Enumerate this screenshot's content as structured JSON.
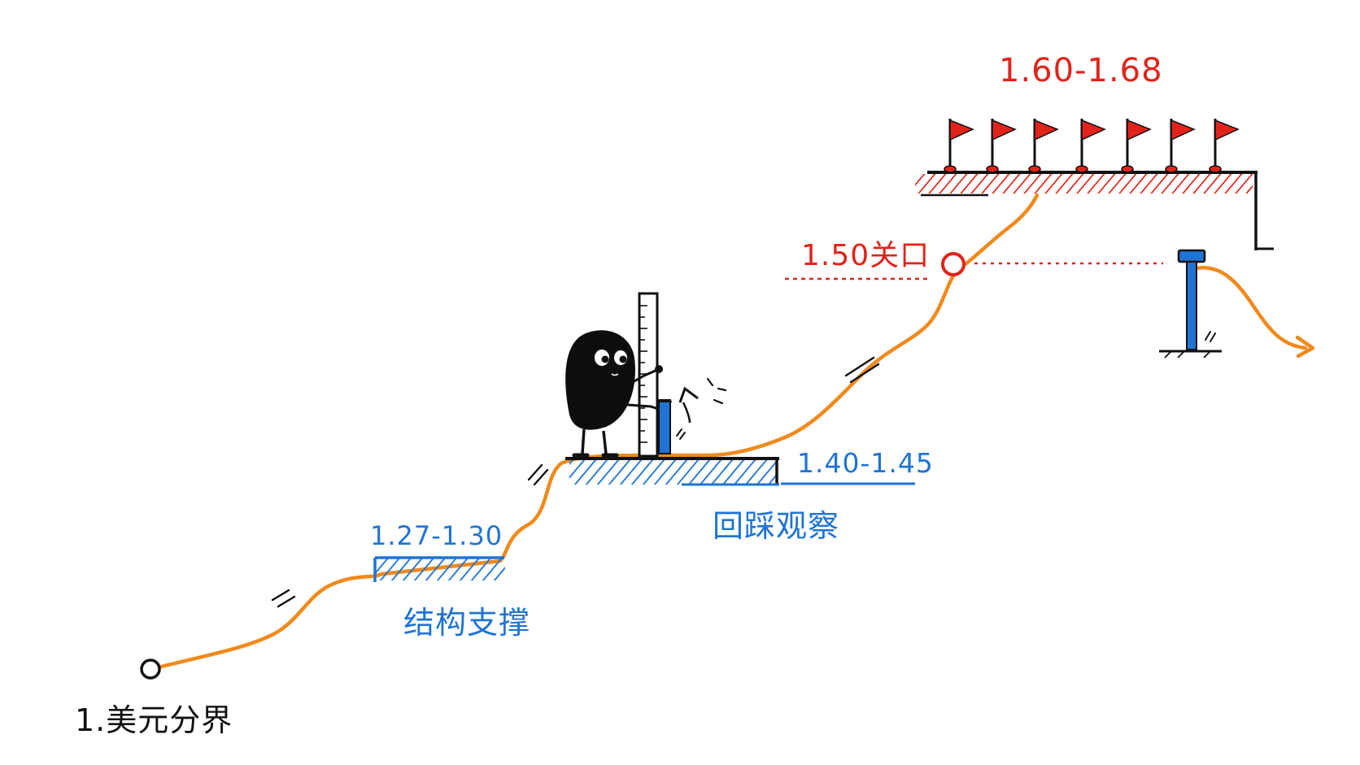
{
  "labels": {
    "start": "1.美元分界",
    "support_range": "1.27-1.30",
    "support_name": "结构支撑",
    "pullback_range": "1.40-1.45",
    "pullback_name": "回踩观察",
    "gate": "1.50关口",
    "target_range": "1.60-1.68"
  },
  "colors": {
    "path": "#f08a1c",
    "support": "#1f74d4",
    "resistance": "#e2231a",
    "ink": "#111111"
  },
  "icons": {
    "character": "bean-character-icon",
    "ruler": "ruler-icon",
    "hammer": "hammer-icon",
    "stake": "stake-icon",
    "flag": "red-flag-icon",
    "arrow": "arrow-head-icon"
  }
}
